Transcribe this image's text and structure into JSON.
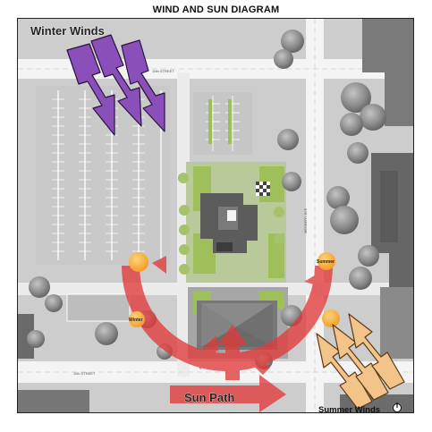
{
  "title": "WIND AND SUN DIAGRAM",
  "labels": {
    "winter_winds": "Winter Winds",
    "summer_winds": "Summer Winds",
    "sun_path": "Sun Path",
    "winter": "Winter",
    "summer": "Summer",
    "street_top": "10th STREET",
    "street_bottom": "11th STREET",
    "avenue": "MEDBERY AVE"
  },
  "colors": {
    "winter_wind_arrow": "#8a4fb8",
    "summer_wind_arrow": "#f3c489",
    "sun_path_arc": "#e23b3b",
    "sun_marker": "#f7a531",
    "tree": "#8e8e8e",
    "building": "#6b6b6b",
    "green_space": "#9fbf5a"
  }
}
